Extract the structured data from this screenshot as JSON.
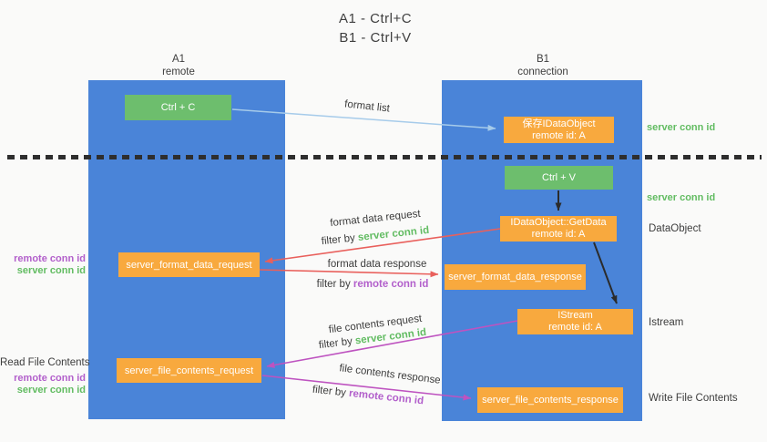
{
  "title": {
    "line1": "A1 - Ctrl+C",
    "line2": "B1 - Ctrl+V"
  },
  "lanes": {
    "left": {
      "title": "A1",
      "subtitle": "remote"
    },
    "right": {
      "title": "B1",
      "subtitle": "connection"
    }
  },
  "boxes": {
    "ctrl_c": {
      "label": "Ctrl + C"
    },
    "ctrl_v": {
      "label": "Ctrl + V"
    },
    "save_idataobject": {
      "line1": "保存IDataObject",
      "line2": "remote id: A"
    },
    "getdata": {
      "line1": "IDataObject::GetData",
      "line2": "remote id: A"
    },
    "istream": {
      "line1": "IStream",
      "line2": "remote id: A"
    },
    "server_format_data_request": {
      "label": "server_format_data_request"
    },
    "server_format_data_response": {
      "label": "server_format_data_response"
    },
    "server_file_contents_request": {
      "label": "server_file_contents_request"
    },
    "server_file_contents_response": {
      "label": "server_file_contents_response"
    }
  },
  "arrow_labels": {
    "format_list": "format list",
    "format_data_request": "format data request",
    "format_data_response": "format data response",
    "file_contents_request": "file contents request",
    "file_contents_response": "file contents response",
    "filter_by": "filter by"
  },
  "conn_ids": {
    "server": "server conn id",
    "remote": "remote conn id"
  },
  "side_labels": {
    "read_file_contents": "Read File Contents",
    "write_file_contents": "Write File Contents",
    "dataobject": "DataObject",
    "istream": "Istream"
  },
  "colors": {
    "lane_blue": "#4A84D8",
    "box_orange": "#F8A93E",
    "box_green": "#6DBE6D",
    "arrow_red": "#E9605C",
    "arrow_magenta": "#BE53C0",
    "arrow_blue": "#A6CBEA",
    "arrow_black": "#2B2B2B",
    "text_green": "#62BC62",
    "text_purple": "#B25FCB",
    "text_dark": "#3D3D3D"
  }
}
